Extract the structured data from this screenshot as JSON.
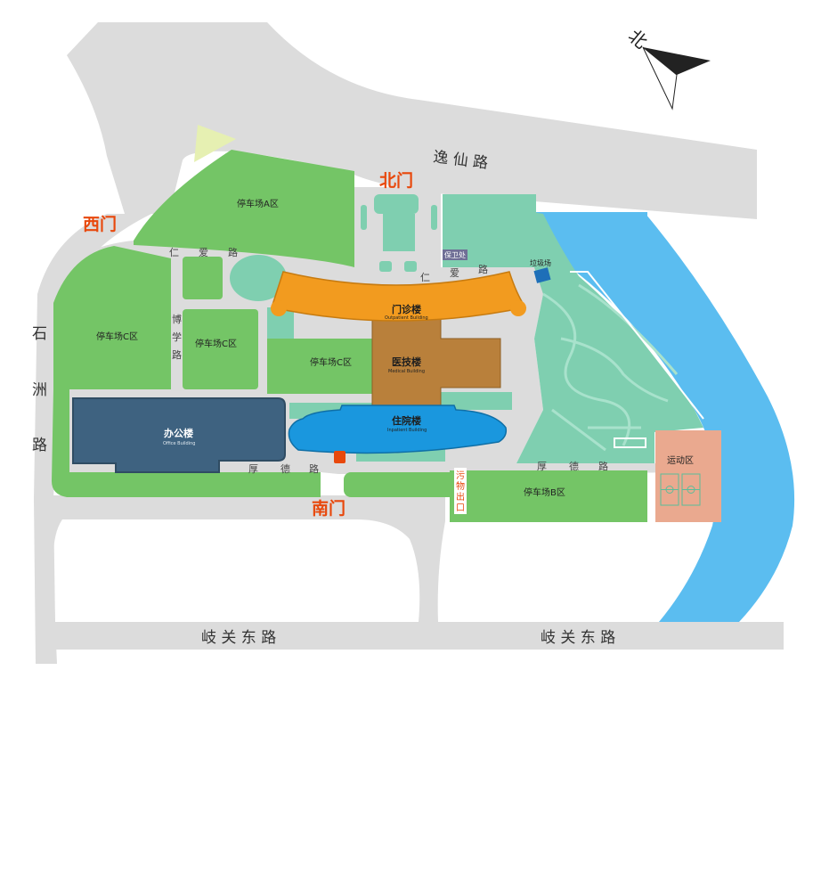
{
  "colors": {
    "road": "#dcdcdc",
    "green": "#74c566",
    "light_green": "#7fcfb0",
    "river": "#5bbdf0",
    "outpatient": "#f29b1f",
    "medical": "#b9803b",
    "inpatient": "#1a97de",
    "office": "#3e6280",
    "sports": "#eaa98f",
    "gate_text": "#e8480c"
  },
  "north": {
    "label": "北",
    "icon": "north-arrow-icon"
  },
  "roads": {
    "yixian": "逸 仙 路",
    "shizhou": [
      "石",
      "洲",
      "路"
    ],
    "qiguan_left": "岐 关 东 路",
    "qiguan_right": "岐 关 东 路",
    "renai_left": [
      "仁",
      "爱",
      "路"
    ],
    "renai_right": [
      "仁",
      "爱",
      "路"
    ],
    "boxue": [
      "博",
      "学",
      "路"
    ],
    "houde_left": [
      "厚",
      "德",
      "路"
    ],
    "houde_right": [
      "厚",
      "德",
      "路"
    ]
  },
  "gates": {
    "north": "北门",
    "west": "西门",
    "south": "南门"
  },
  "parking": {
    "a": "停车场A区",
    "c_left": "停车场C区",
    "c_mid": "停车场C区",
    "c_center": "停车场C区",
    "b": "停车场B区"
  },
  "buildings": {
    "outpatient": {
      "name": "门诊楼",
      "en": "Outpatient Building"
    },
    "medical": {
      "name": "医技楼",
      "en": "Medical Building"
    },
    "inpatient": {
      "name": "住院楼",
      "en": "Inpatient Building"
    },
    "office": {
      "name": "办公楼",
      "en": "Office Building"
    }
  },
  "facilities": {
    "guard": "保卫处",
    "garbage": "垃圾场",
    "sports": "运动区",
    "sewage": [
      "污",
      "物",
      "出",
      "口"
    ]
  }
}
